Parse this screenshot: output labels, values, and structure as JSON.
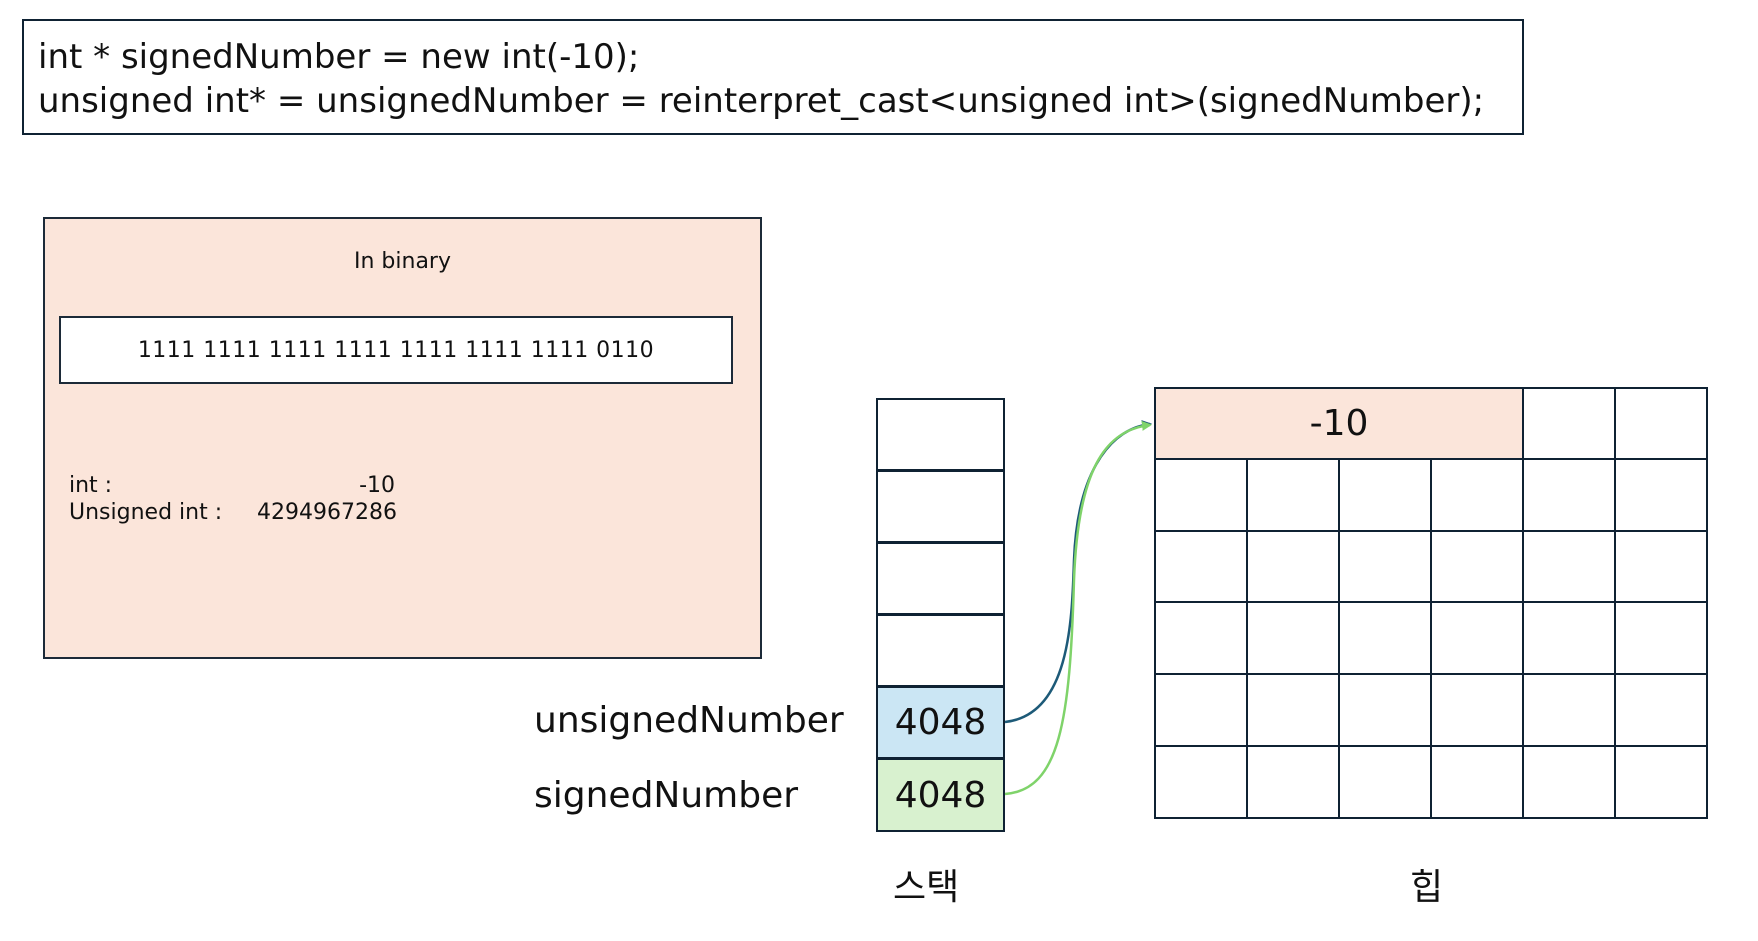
{
  "code": {
    "line1": "int * signedNumber = new int(-10);",
    "line2": "unsigned int* = unsignedNumber = reinterpret_cast<unsigned int>(signedNumber);"
  },
  "binary_panel": {
    "title": "In binary",
    "bits": "1111 1111 1111 1111 1111 1111 1111 0110",
    "int_label": "int :",
    "int_value": "-10",
    "unsigned_label": "Unsigned int :",
    "unsigned_value": "4294967286"
  },
  "stack": {
    "label": "스택",
    "cells": [
      "",
      "",
      "",
      "",
      "4048",
      "4048"
    ],
    "variables": {
      "unsigned": "unsignedNumber",
      "signed": "signedNumber"
    },
    "colors": {
      "unsigned_cell": "#cbe6f4",
      "signed_cell": "#d8f1cf"
    }
  },
  "heap": {
    "label": "힙",
    "value": "-10",
    "value_color": "#fbe5da"
  },
  "arrows": {
    "unsigned_color": "#1d5a78",
    "signed_color": "#7fd36a"
  }
}
